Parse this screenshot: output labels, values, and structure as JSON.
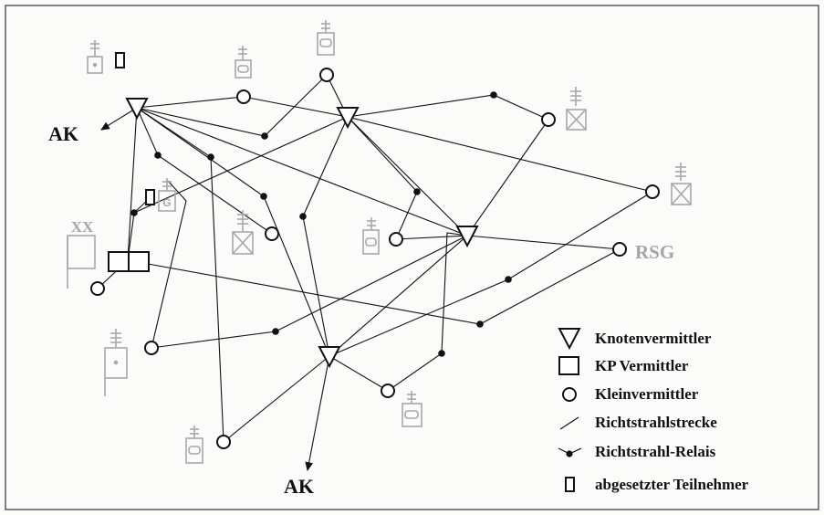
{
  "labels": {
    "ak_top": "AK",
    "ak_bottom": "AK",
    "rsg": "RSG",
    "xx": "XX",
    "g": "G"
  },
  "legend": {
    "items": [
      {
        "symbol": "triangle",
        "label": "Knotenvermittler"
      },
      {
        "symbol": "square",
        "label": "KP Vermittler"
      },
      {
        "symbol": "circle",
        "label": "Kleinvermittler"
      },
      {
        "symbol": "line",
        "label": "Richtstrahlstrecke"
      },
      {
        "symbol": "relay",
        "label": "Richtstrahl-Relais"
      },
      {
        "symbol": "small-rect",
        "label": "abgesetzter Teilnehmer"
      }
    ]
  },
  "colors": {
    "ink": "#111111",
    "grey_symbols": "#a8a8a8",
    "background": "#fbfbf9"
  }
}
